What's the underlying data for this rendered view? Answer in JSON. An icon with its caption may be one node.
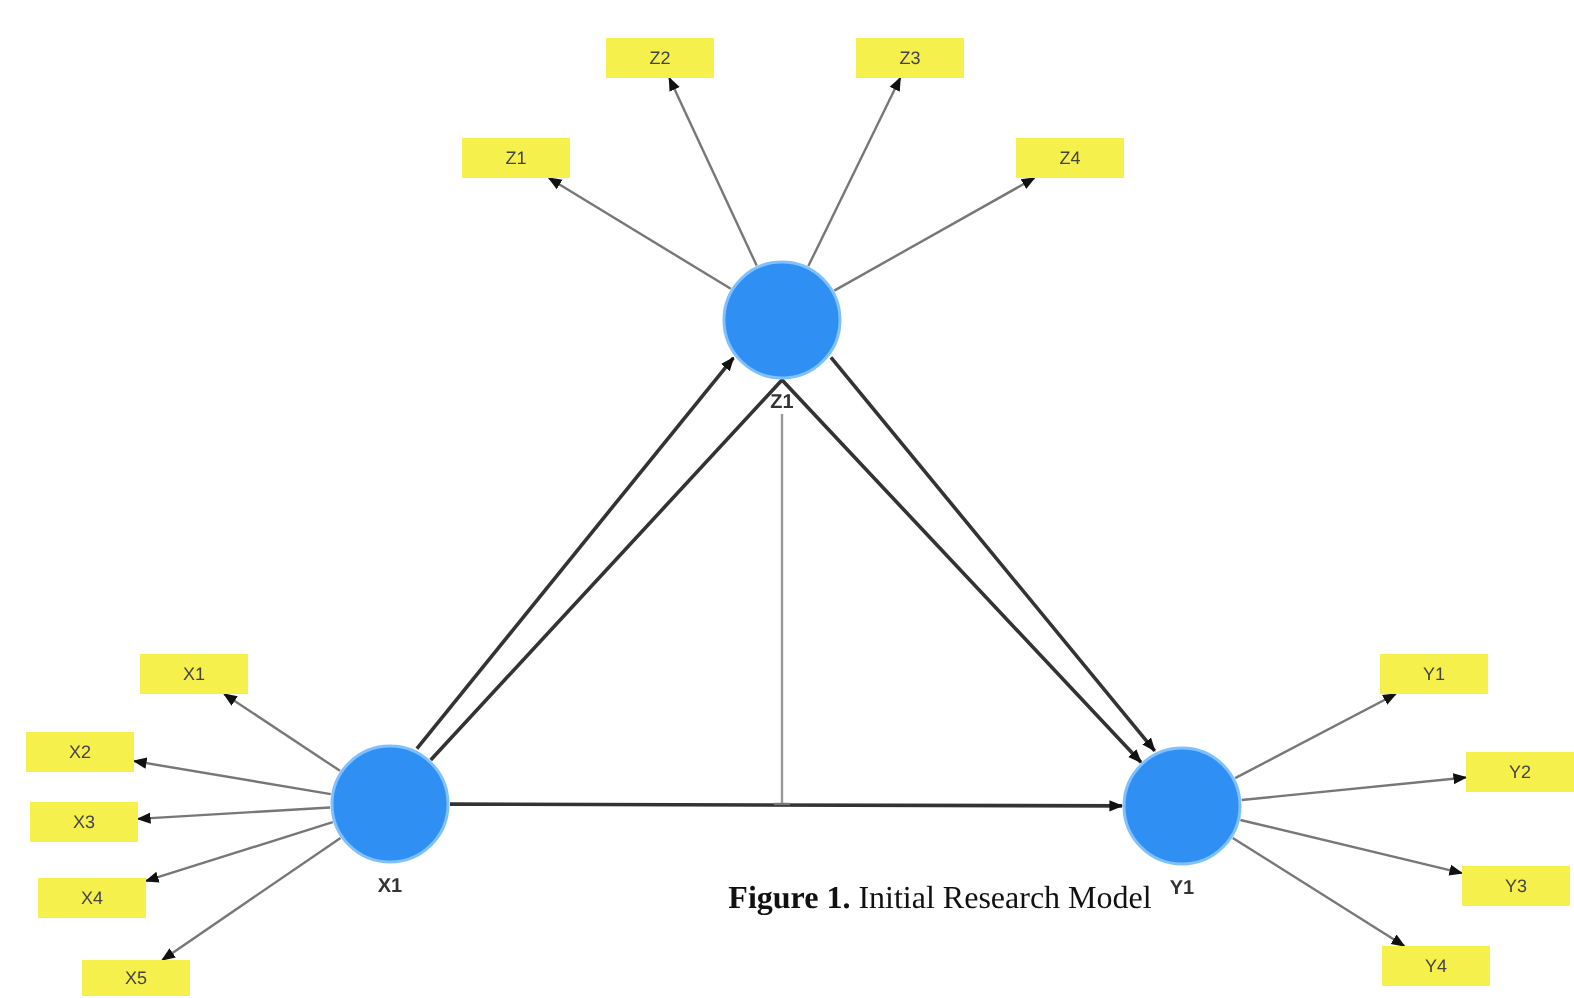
{
  "diagram": {
    "caption": "**Figure 1.** Initial Research Model",
    "nodes": [
      {
        "text": [
          "Z1"
        ]
      },
      {
        "text": [
          "X1"
        ]
      },
      {
        "text": [
          "Y1"
        ]
      },
      {
        "text": [
          "Z1"
        ]
      },
      {
        "text": [
          "Z2"
        ]
      },
      {
        "text": [
          "Z3"
        ]
      },
      {
        "text": [
          "Z4"
        ]
      },
      {
        "text": [
          "X1"
        ]
      },
      {
        "text": [
          "X2"
        ]
      },
      {
        "text": [
          "X3"
        ]
      },
      {
        "text": [
          "X4"
        ]
      },
      {
        "text": [
          "X5"
        ]
      },
      {
        "text": [
          "Y1"
        ]
      },
      {
        "text": [
          "Y2"
        ]
      },
      {
        "text": [
          "Y3"
        ]
      },
      {
        "text": [
          "Y4"
        ]
      }
    ],
    "edges": [
      {
        "from": 1,
        "to": 0,
        "arrow": "to"
      },
      {
        "from": 1,
        "to": 2,
        "arrow": "to"
      },
      {
        "from": 0,
        "to": 2,
        "arrow": "to"
      },
      {
        "from": 1,
        "to": 2,
        "arrow": "to"
      },
      {
        "from": 0,
        "to": null,
        "arrow": "other"
      },
      {
        "from": 0,
        "to": 3,
        "arrow": "to"
      },
      {
        "from": 0,
        "to": 4,
        "arrow": "to"
      },
      {
        "from": 0,
        "to": 5,
        "arrow": "to"
      },
      {
        "from": 0,
        "to": 6,
        "arrow": "to"
      },
      {
        "from": 1,
        "to": 7,
        "arrow": "to"
      },
      {
        "from": 1,
        "to": 8,
        "arrow": "to"
      },
      {
        "from": 1,
        "to": 9,
        "arrow": "to"
      },
      {
        "from": 1,
        "to": 10,
        "arrow": "to"
      },
      {
        "from": 1,
        "to": 11,
        "arrow": "to"
      },
      {
        "from": 2,
        "to": 12,
        "arrow": "to"
      },
      {
        "from": 2,
        "to": 13,
        "arrow": "to"
      },
      {
        "from": 2,
        "to": 14,
        "arrow": "to"
      },
      {
        "from": 2,
        "to": 15,
        "arrow": "to"
      }
    ]
  }
}
